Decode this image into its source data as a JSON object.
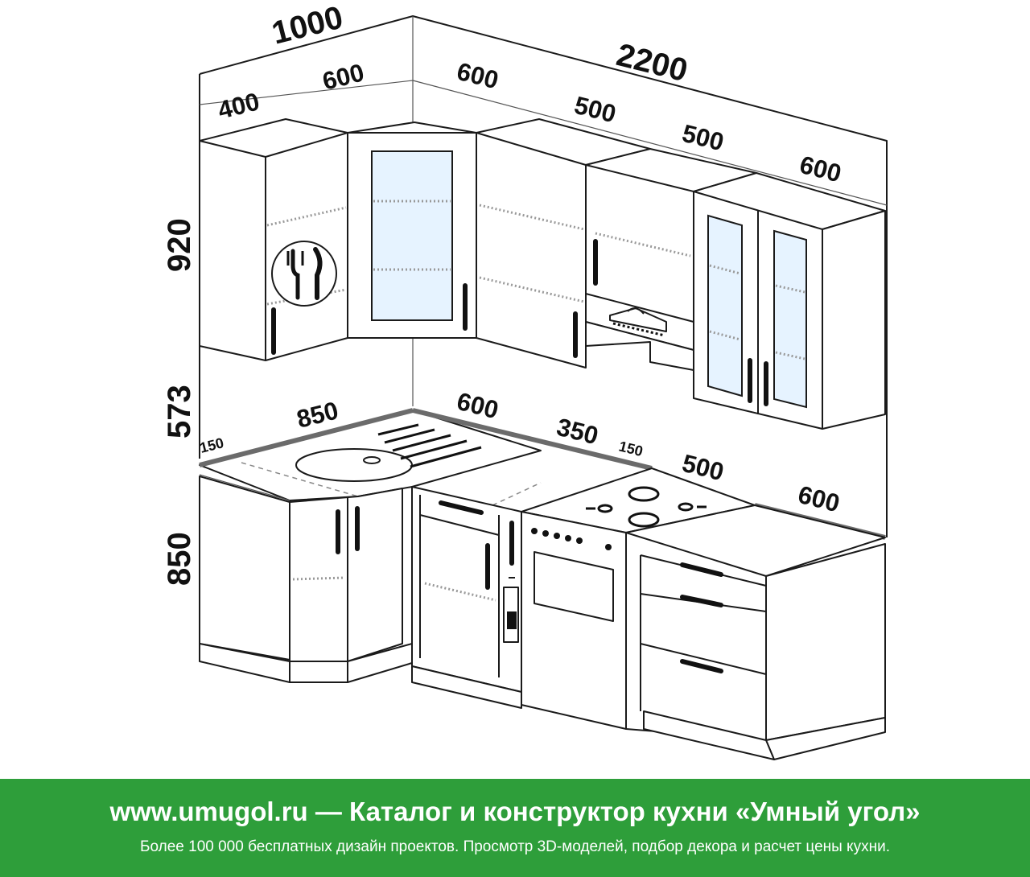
{
  "dimensions": {
    "top_total_left": "1000",
    "top_total_right": "2200",
    "upper_widths": [
      "400",
      "600",
      "600",
      "500",
      "500",
      "600"
    ],
    "upper_height": "920",
    "gap_height": "573",
    "base_height": "850",
    "countertop_left_150": "150",
    "countertop_850": "850",
    "countertop_600": "600",
    "countertop_350": "350",
    "countertop_mid_150": "150",
    "countertop_500": "500",
    "countertop_600_end": "600"
  },
  "footer": {
    "title": "www.umugol.ru  —  Каталог и конструктор кухни «Умный угол»",
    "subtitle": "Более 100 000 бесплатных дизайн проектов. Просмотр 3D-моделей, подбор декора и расчет цены кухни."
  },
  "colors": {
    "footer_bg": "#2e9e3a",
    "countertop_edge": "#6b6b6b",
    "glass": "#e6f3ff"
  }
}
